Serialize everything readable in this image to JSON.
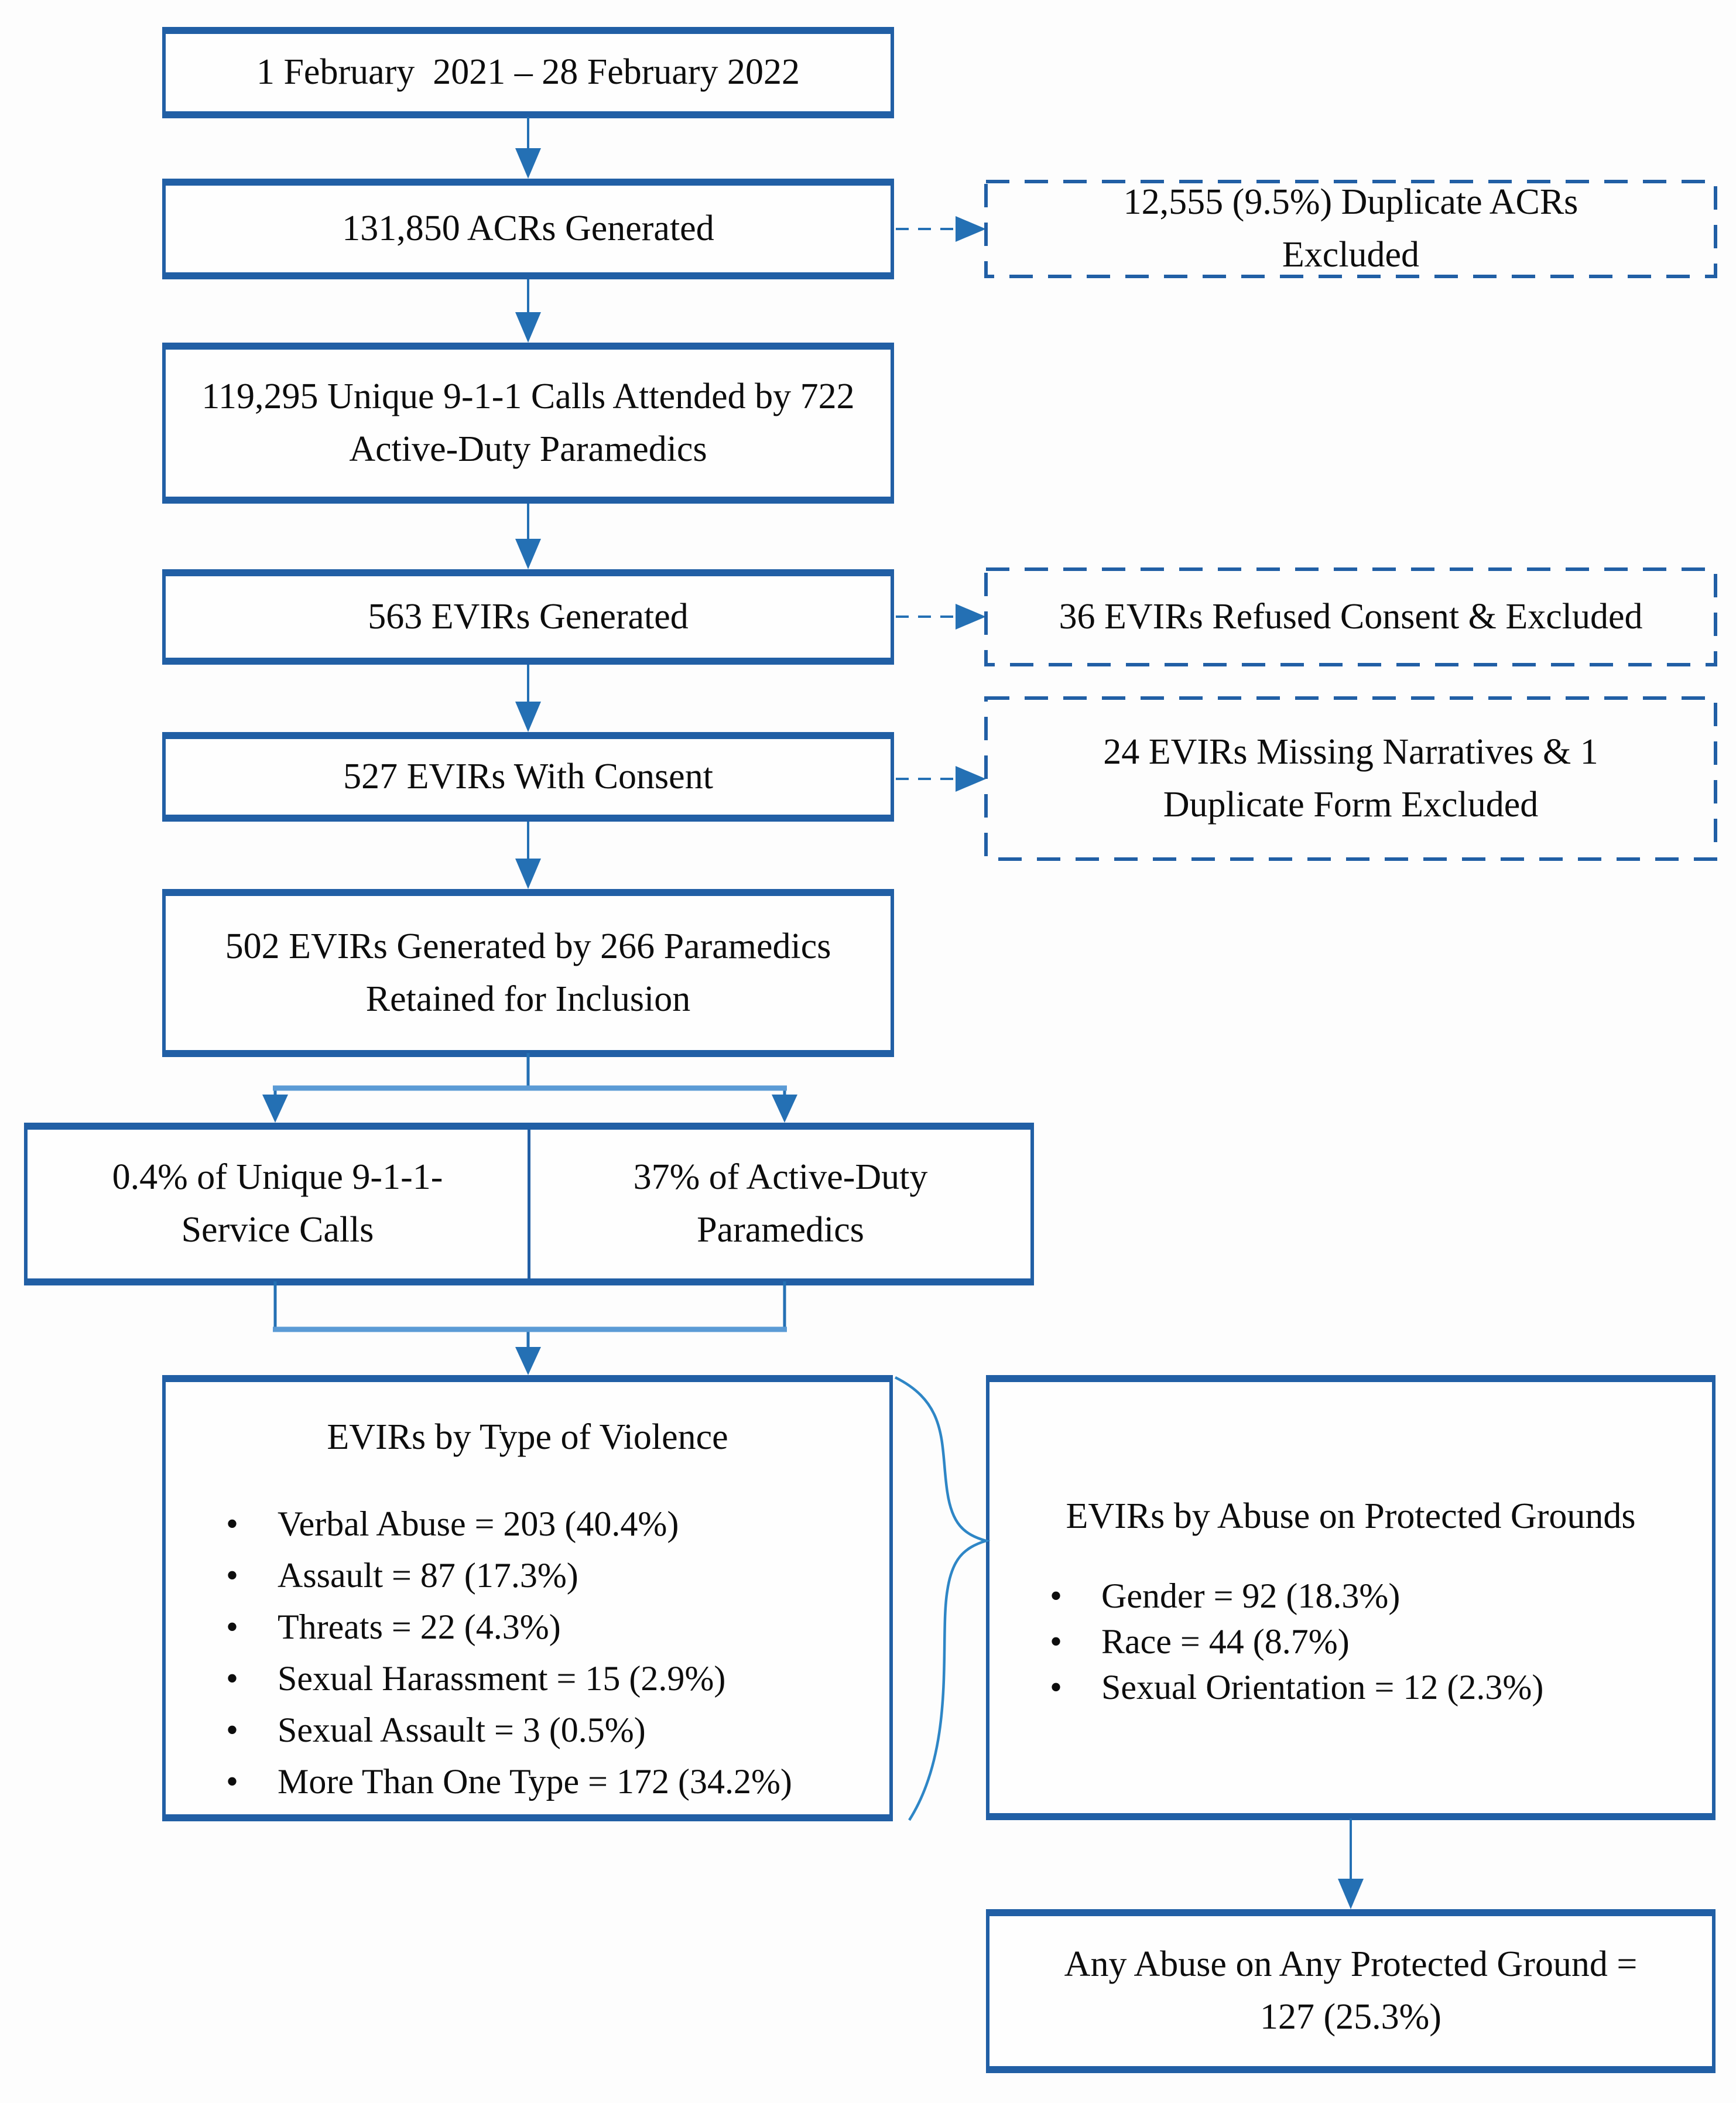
{
  "diagram": {
    "colors": {
      "box_border": "#215FA5",
      "arrow": "#2470B4",
      "light_connector": "#5B9BD5",
      "brace": "#2E86C6",
      "text": "#0D0D0D"
    },
    "boxes": {
      "date": "1 February  2021 – 28 February 2022",
      "acrs": "131,850 ACRs Generated",
      "duplicates": "12,555 (9.5%) Duplicate ACRs Excluded",
      "calls": "119,295 Unique 9-1-1 Calls Attended by 722 Active-Duty Paramedics",
      "evirs": "563 EVIRs Generated",
      "refused": "36 EVIRs Refused Consent & Excluded",
      "consent": "527 EVIRs With Consent",
      "missing": "24 EVIRs Missing Narratives & 1 Duplicate Form Excluded",
      "retained": "502 EVIRs Generated by 266 Paramedics Retained for Inclusion",
      "pct_calls": "0.4% of Unique 9-1-1- Service Calls",
      "pct_medics": "37% of Active-Duty Paramedics",
      "violence": {
        "title": "EVIRs by Type of Violence",
        "items": [
          "Verbal Abuse = 203 (40.4%)",
          "Assault = 87 (17.3%)",
          "Threats = 22 (4.3%)",
          "Sexual Harassment = 15 (2.9%)",
          "Sexual Assault = 3 (0.5%)",
          "More Than One Type = 172 (34.2%)"
        ]
      },
      "protected": {
        "title": "EVIRs by Abuse on Protected Grounds",
        "items": [
          "Gender = 92 (18.3%)",
          "Race = 44 (8.7%)",
          "Sexual Orientation = 12 (2.3%)"
        ]
      },
      "any_abuse": "Any Abuse on Any Protected Ground = 127 (25.3%)"
    }
  }
}
